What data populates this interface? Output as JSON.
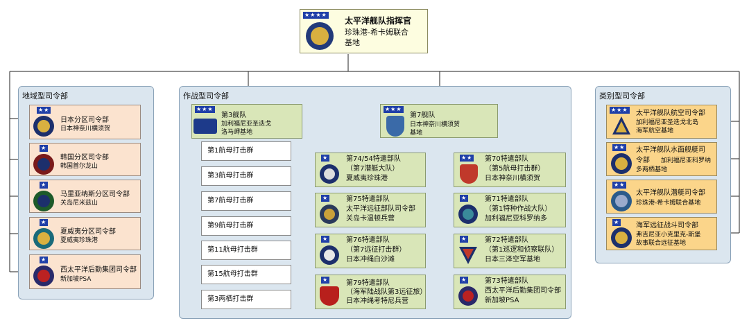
{
  "top": {
    "stars": "★★★★",
    "title": "太平洋舰队指挥官",
    "base": "珍珠港-希卡姆联合",
    "base2": "基地"
  },
  "panels": {
    "region": "地域型司令部",
    "ops": "作战型司令部",
    "type": "类别型司令部"
  },
  "region_commands": [
    {
      "stars": "★★",
      "name": "日本分区司令部",
      "loc": "日本神奈川横须贺"
    },
    {
      "stars": "★",
      "name": "韩国分区司令部",
      "loc": "韩国首尔龙山"
    },
    {
      "stars": "★",
      "name": "马里亚纳斯分区司令部",
      "loc": "关岛尼米兹山"
    },
    {
      "stars": "★",
      "name": "夏威夷分区司令部",
      "loc": "夏威夷珍珠港"
    },
    {
      "stars": "★",
      "name": "西太平洋后勤集团司令部",
      "loc": "新加坡PSA"
    }
  ],
  "third_fleet": {
    "stars": "★★★",
    "name": "第3舰队",
    "loc": "加利福尼亚圣迭戈",
    "loc2": "洛马岬基地"
  },
  "seventh_fleet": {
    "stars": "★★★",
    "name": "第7舰队",
    "loc": "日本神奈川横须贺",
    "loc2": "基地"
  },
  "strike_groups": [
    "第1航母打击群",
    "第3航母打击群",
    "第7航母打击群",
    "第9航母打击群",
    "第11航母打击群",
    "第15航母打击群",
    "第3两栖打击群"
  ],
  "task_forces_left": [
    {
      "stars": "★",
      "lines": [
        "第74/54特遣部队",
        "（第7潜艇大队）",
        "夏威夷珍珠港"
      ]
    },
    {
      "stars": "★",
      "lines": [
        "第75特遣部队",
        "太平洋远征部队司令部",
        "关岛卡温顿兵营"
      ]
    },
    {
      "stars": "★",
      "lines": [
        "第76特遣部队",
        "（第7远征打击群）",
        "日本冲绳白沙滩"
      ]
    },
    {
      "stars": "★",
      "lines": [
        "第79特遣部队",
        "（海军陆战队第3远征旅）",
        "日本冲绳考特尼兵营"
      ]
    }
  ],
  "task_forces_right": [
    {
      "stars": "★★",
      "lines": [
        "第70特遣部队",
        "（第5航母打击群）",
        "日本神奈川横须贺"
      ]
    },
    {
      "stars": "★",
      "lines": [
        "第71特遣部队",
        "（第1特种作战大队）",
        "加利福尼亚科罗纳多"
      ]
    },
    {
      "stars": "★",
      "lines": [
        "第72特遣部队",
        "（第1巡逻和侦察联队）",
        "日本三泽空军基地"
      ]
    },
    {
      "stars": "★",
      "lines": [
        "第73特遣部队",
        "西太平洋后勤集团司令部",
        "新加坡PSA"
      ]
    }
  ],
  "type_commands": [
    {
      "stars": "★★★",
      "name": "太平洋舰队航空司令部",
      "loc": "加利福尼亚圣迭戈北岛",
      "loc2": "海军航空基地"
    },
    {
      "stars": "★★",
      "name": "太平洋舰队水面舰艇司",
      "name2": "令部",
      "loc": "加利福尼亚科罗纳",
      "loc2": "多两栖基地"
    },
    {
      "stars": "★★",
      "name": "太平洋舰队潜艇司令部",
      "loc": "珍珠港-希卡姆联合基地"
    },
    {
      "stars": "★",
      "name": "海军远征战斗司令部",
      "loc": "弗吉尼亚小克里克-斯堡",
      "loc2": "故事联合远征基地"
    }
  ],
  "colors": {
    "navy": "#1f3fa8",
    "panel": "#dbe6ef",
    "region_bg": "#fbe3cf",
    "type_bg": "#fbd58a",
    "fleet_bg": "#d9e6b8",
    "top_bg": "#fdfde0"
  }
}
